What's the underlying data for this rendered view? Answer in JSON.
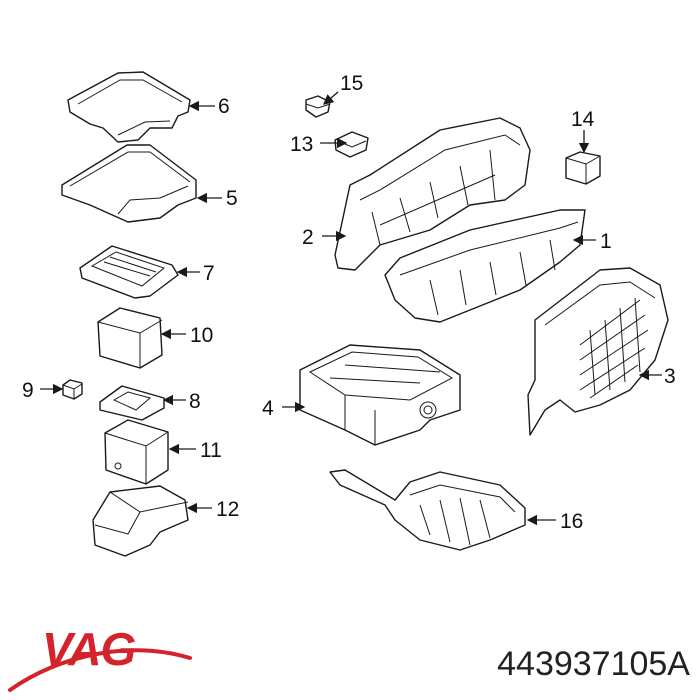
{
  "brand": {
    "name": "VAG",
    "color": "#d4232a"
  },
  "part_number": "443937105A",
  "callouts": [
    {
      "id": "1",
      "label": "1"
    },
    {
      "id": "2",
      "label": "2"
    },
    {
      "id": "3",
      "label": "3"
    },
    {
      "id": "4",
      "label": "4"
    },
    {
      "id": "5",
      "label": "5"
    },
    {
      "id": "6",
      "label": "6"
    },
    {
      "id": "7",
      "label": "7"
    },
    {
      "id": "8",
      "label": "8"
    },
    {
      "id": "9",
      "label": "9"
    },
    {
      "id": "10",
      "label": "10"
    },
    {
      "id": "11",
      "label": "11"
    },
    {
      "id": "12",
      "label": "12"
    },
    {
      "id": "13",
      "label": "13"
    },
    {
      "id": "14",
      "label": "14"
    },
    {
      "id": "15",
      "label": "15"
    },
    {
      "id": "16",
      "label": "16"
    }
  ]
}
